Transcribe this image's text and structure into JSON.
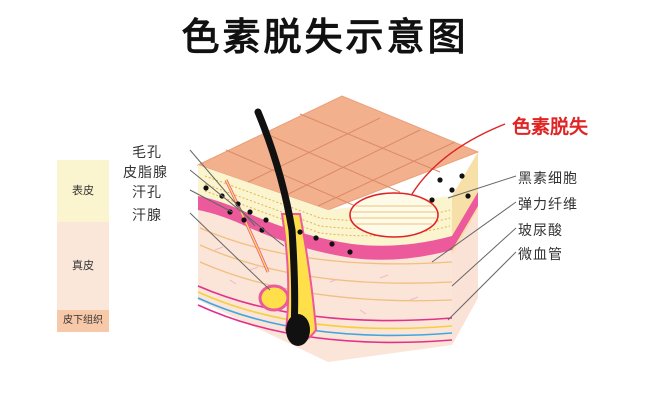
{
  "title": "色素脱失示意图",
  "legend": {
    "epidermis": "表皮",
    "dermis": "真皮",
    "subcutaneous": "皮下组织"
  },
  "left_labels": [
    "毛孔",
    "皮脂腺",
    "汗孔",
    "汗腺"
  ],
  "right_labels": [
    "黑素细胞",
    "弹力纤维",
    "玻尿酸",
    "微血管"
  ],
  "highlight_label": "色素脱失",
  "colors": {
    "title": "#111111",
    "highlight": "#e02424",
    "skin_top": "#f2b08c",
    "epidermis": "#fbf5cf",
    "basal_pink": "#ec5a9c",
    "dermis": "#fbe4d8",
    "hair": "#111111",
    "gland": "#ffe04a"
  }
}
